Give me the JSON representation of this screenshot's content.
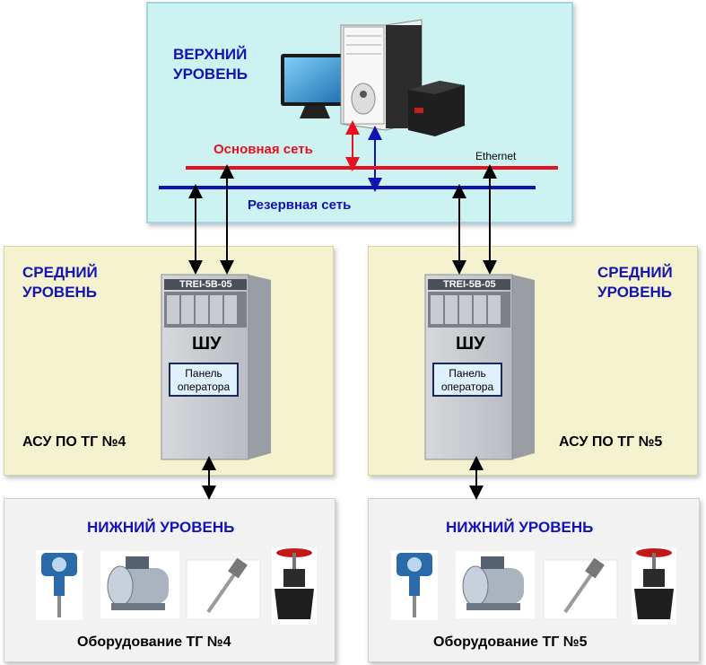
{
  "top": {
    "level_line1": "ВЕРХНИЙ",
    "level_line2": "УРОВЕНЬ"
  },
  "networks": {
    "main": "Основная сеть",
    "reserve": "Резервная сеть",
    "ethernet": "Ethernet"
  },
  "middle_left": {
    "level_line1": "СРЕДНИЙ",
    "level_line2": "УРОВЕНЬ",
    "block": "АСУ ПО ТГ №4",
    "cabinet_model": "TREI-5B-05",
    "cabinet_name": "ШУ",
    "panel_line1": "Панель",
    "panel_line2": "оператора"
  },
  "middle_right": {
    "level_line1": "СРЕДНИЙ",
    "level_line2": "УРОВЕНЬ",
    "block": "АСУ ПО ТГ №5",
    "cabinet_model": "TREI-5B-05",
    "cabinet_name": "ШУ",
    "panel_line1": "Панель",
    "panel_line2": "оператора"
  },
  "lower_left": {
    "level": "НИЖНИЙ УРОВЕНЬ",
    "equipment": "Оборудование ТГ №4"
  },
  "lower_right": {
    "level": "НИЖНИЙ УРОВЕНЬ",
    "equipment": "Оборудование ТГ №5"
  },
  "colors": {
    "main_net": "#e8101e",
    "reserve_net": "#1212b4",
    "level_text": "#1414b4"
  }
}
